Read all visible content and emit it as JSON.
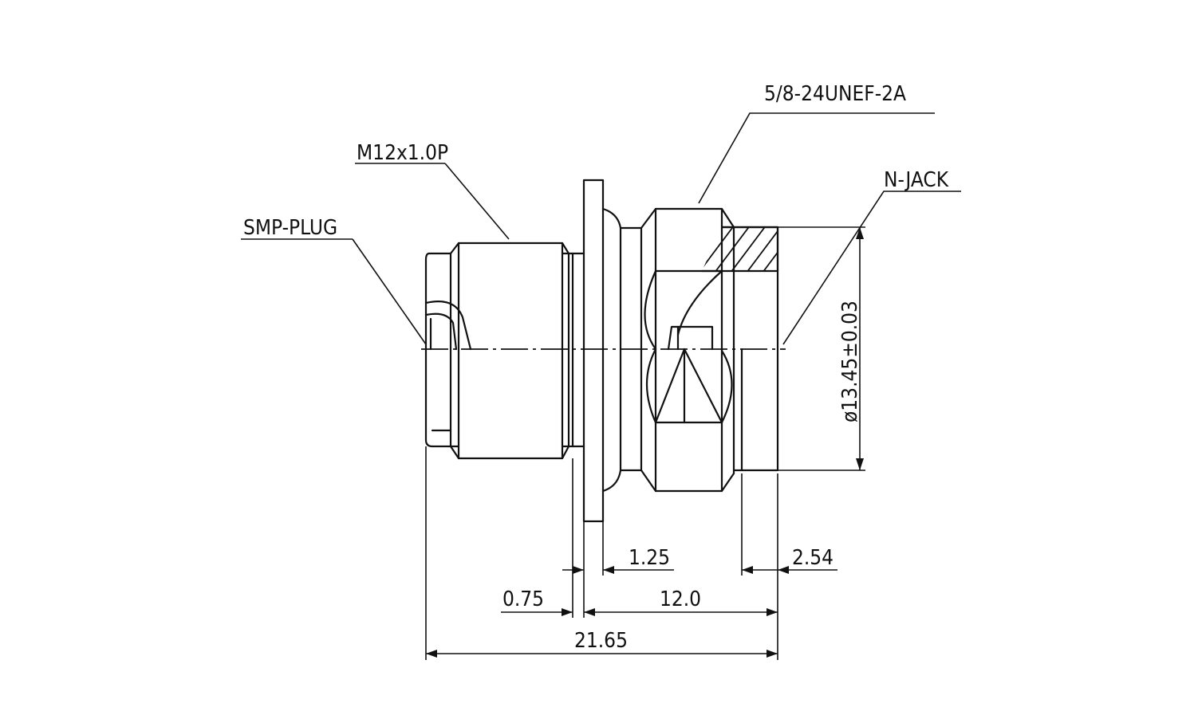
{
  "callouts": {
    "thread_right": "5/8-24UNEF-2A",
    "thread_left": "M12x1.0P",
    "smp_plug": "SMP-PLUG",
    "n_jack": "N-JACK"
  },
  "dimensions": {
    "diameter": "ø13.45±0.03",
    "dim_1_25": "1.25",
    "dim_2_54": "2.54",
    "dim_0_75": "0.75",
    "dim_12_0": "12.0",
    "dim_21_65": "21.65"
  }
}
